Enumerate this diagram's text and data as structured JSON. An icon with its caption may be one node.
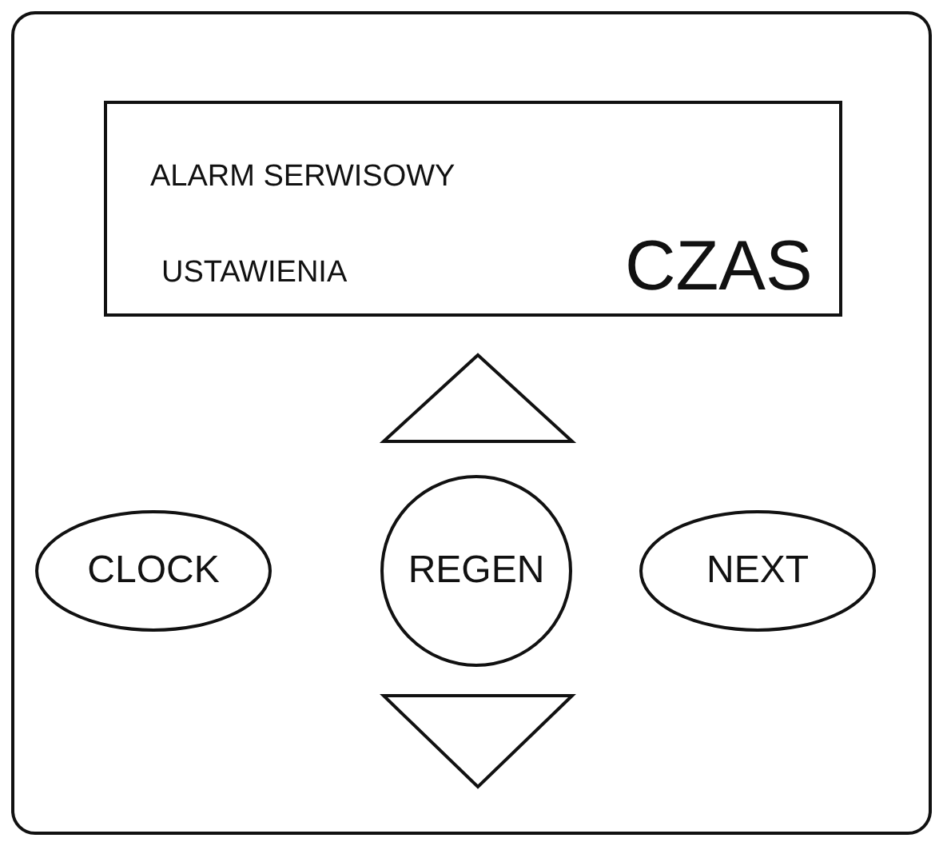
{
  "diagram": {
    "nodes": [
      {
        "text": [],
        "shape": "box"
      },
      {
        "text": [
          "ALARM SERWISOWY",
          "USTAWIENIA",
          "CZAS"
        ],
        "in": 0
      },
      {
        "text": [],
        "shape": "triangle",
        "in": 0
      },
      {
        "text": [
          "CLOCK"
        ],
        "in": 0
      },
      {
        "text": [
          "REGEN"
        ],
        "in": 0
      },
      {
        "text": [
          "NEXT"
        ],
        "in": 0
      },
      {
        "text": [],
        "shape": "triangle",
        "in": 0
      }
    ]
  }
}
